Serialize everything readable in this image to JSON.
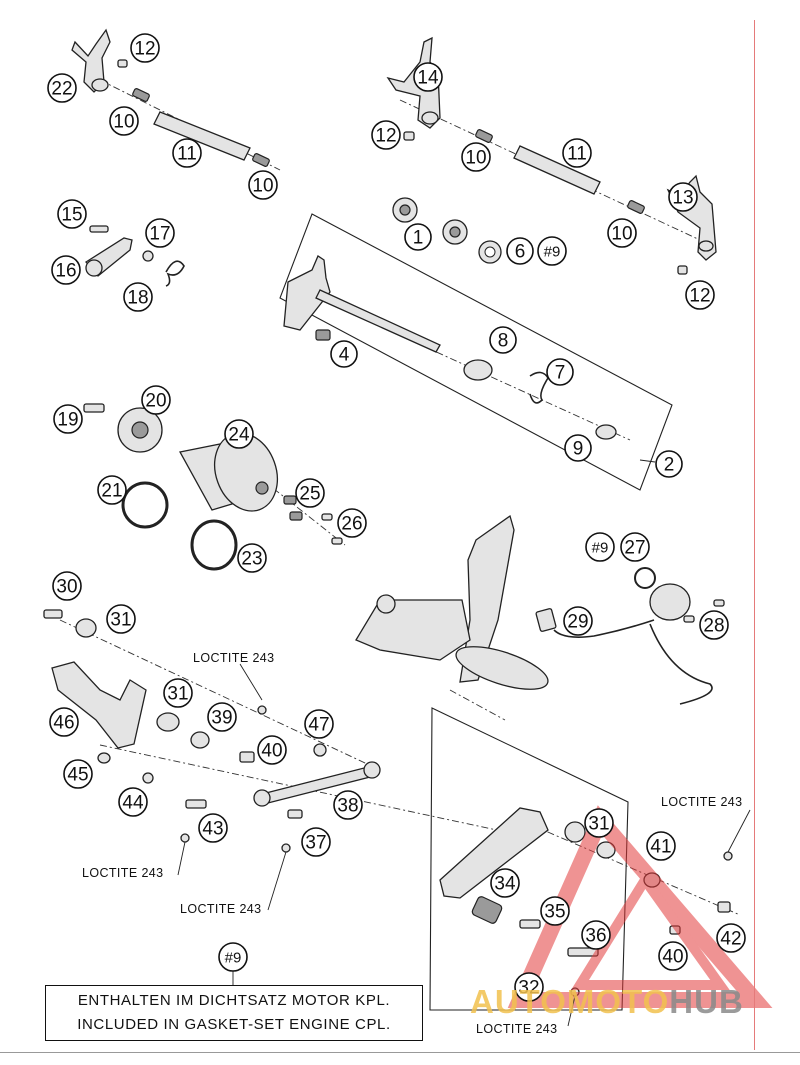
{
  "callouts": [
    {
      "id": "c12a",
      "label": "12"
    },
    {
      "id": "c22",
      "label": "22"
    },
    {
      "id": "c10a",
      "label": "10"
    },
    {
      "id": "c11a",
      "label": "11"
    },
    {
      "id": "c10b",
      "label": "10"
    },
    {
      "id": "c14",
      "label": "14"
    },
    {
      "id": "c12b",
      "label": "12"
    },
    {
      "id": "c10c",
      "label": "10"
    },
    {
      "id": "c11b",
      "label": "11"
    },
    {
      "id": "c13",
      "label": "13"
    },
    {
      "id": "c10d",
      "label": "10"
    },
    {
      "id": "c12c",
      "label": "12"
    },
    {
      "id": "c1",
      "label": "1"
    },
    {
      "id": "c6",
      "label": "6"
    },
    {
      "id": "c9hash",
      "label": "#9"
    },
    {
      "id": "c15",
      "label": "15"
    },
    {
      "id": "c17",
      "label": "17"
    },
    {
      "id": "c16",
      "label": "16"
    },
    {
      "id": "c18",
      "label": "18"
    },
    {
      "id": "c4",
      "label": "4"
    },
    {
      "id": "c8",
      "label": "8"
    },
    {
      "id": "c7",
      "label": "7"
    },
    {
      "id": "c9",
      "label": "9"
    },
    {
      "id": "c2",
      "label": "2"
    },
    {
      "id": "c19",
      "label": "19"
    },
    {
      "id": "c20",
      "label": "20"
    },
    {
      "id": "c24",
      "label": "24"
    },
    {
      "id": "c21",
      "label": "21"
    },
    {
      "id": "c25",
      "label": "25"
    },
    {
      "id": "c26",
      "label": "26"
    },
    {
      "id": "c23",
      "label": "23"
    },
    {
      "id": "c9hashb",
      "label": "#9"
    },
    {
      "id": "c27",
      "label": "27"
    },
    {
      "id": "c29",
      "label": "29"
    },
    {
      "id": "c28",
      "label": "28"
    },
    {
      "id": "c30",
      "label": "30"
    },
    {
      "id": "c31a",
      "label": "31"
    },
    {
      "id": "c46",
      "label": "46"
    },
    {
      "id": "c31b",
      "label": "31"
    },
    {
      "id": "c39",
      "label": "39"
    },
    {
      "id": "c40a",
      "label": "40"
    },
    {
      "id": "c47",
      "label": "47"
    },
    {
      "id": "c45",
      "label": "45"
    },
    {
      "id": "c44",
      "label": "44"
    },
    {
      "id": "c43",
      "label": "43"
    },
    {
      "id": "c38",
      "label": "38"
    },
    {
      "id": "c37",
      "label": "37"
    },
    {
      "id": "c31c",
      "label": "31"
    },
    {
      "id": "c41",
      "label": "41"
    },
    {
      "id": "c34",
      "label": "34"
    },
    {
      "id": "c35",
      "label": "35"
    },
    {
      "id": "c36",
      "label": "36"
    },
    {
      "id": "c42",
      "label": "42"
    },
    {
      "id": "c40b",
      "label": "40"
    },
    {
      "id": "c32",
      "label": "32"
    },
    {
      "id": "c9hashc",
      "label": "#9"
    }
  ],
  "loctite": {
    "a": "LOCTITE 243",
    "b": "LOCTITE 243",
    "c": "LOCTITE 243",
    "d": "LOCTITE 243",
    "e": "LOCTITE 243"
  },
  "note": {
    "line1": "ENTHALTEN IM DICHTSATZ MOTOR KPL.",
    "line2": "INCLUDED IN GASKET-SET ENGINE CPL."
  },
  "watermark": {
    "part1": "AUTOMOTO",
    "part2": "HUB",
    "color_primary": "#f2c14e",
    "color_secondary": "#8a8a8a",
    "logo_color": "#e23b3b"
  }
}
